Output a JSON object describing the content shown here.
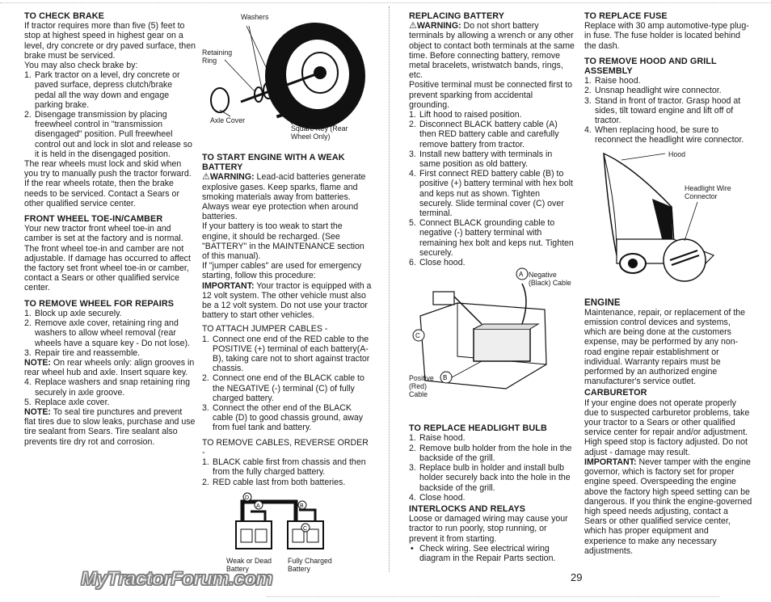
{
  "c1": {
    "brake_h": "TO CHECK BRAKE",
    "brake_p1": "If tractor requires more than five (5) feet to stop at highest speed in highest gear on a level, dry concrete or dry paved surface, then brake must be serviced.",
    "brake_p2": "You may also check brake by:",
    "brake_s1": "Park tractor on a level, dry concrete or paved surface, depress clutch/brake pedal all the way down and engage parking brake.",
    "brake_s2": "Disengage transmission by placing freewheel control in \"transmission disengaged\" position. Pull freewheel control out and lock in slot and release so it is held in the disengaged position.",
    "brake_p3": "The rear wheels must lock and skid when you try to manually push the tractor forward. If the rear wheels rotate, then the brake needs to be serviced. Contact a Sears or other qualified service center.",
    "toe_h": "FRONT WHEEL TOE-IN/CAMBER",
    "toe_p": "Your new tractor front wheel toe-in and camber is set at the factory and is normal. The front wheel toe-in and camber are not adjustable. If damage has occurred to affect the factory set front wheel toe-in or camber, contact a Sears or other qualified service center.",
    "repair_h": "TO REMOVE WHEEL FOR REPAIRS",
    "r1": "Block up axle securely.",
    "r2": "Remove axle cover, retaining ring and washers to allow wheel removal (rear wheels have a square key - Do not lose).",
    "r3": "Repair tire and reassemble.",
    "note1_k": "NOTE:",
    "note1": " On rear wheels only: align grooves in rear wheel hub and axle. Insert square key.",
    "r4": "Replace washers and snap retaining ring securely in axle groove.",
    "r5": "Replace axle cover.",
    "note2_k": "NOTE:",
    "note2": " To seal tire punctures and prevent flat tires due to slow leaks, purchase and use tire sealant from Sears. Tire sealant also prevents tire dry rot and corrosion."
  },
  "c2": {
    "fig_washers": "Washers",
    "fig_ring": "Retaining Ring",
    "fig_axle": "Axle Cover",
    "fig_key": "Square Key (Rear Wheel Only)",
    "weak_h": "TO START ENGINE WITH A WEAK BATTERY",
    "warn_k": "WARNING:",
    "warn": " Lead-acid batteries generate explosive gases. Keep sparks, flame and smoking materials away from batteries. Always wear eye protection when around batteries.",
    "p1": "If your battery is too weak to start the engine, it should be recharged. (See \"BATTERY\" in the MAINTENANCE section of this manual).",
    "p2": "If \"jumper cables\" are used for emergency starting, follow this procedure:",
    "imp_k": "IMPORTANT:",
    "imp": " Your tractor is equipped with a 12 volt system. The other vehicle must also be a 12 volt system. Do not use your tractor battery to start other vehicles.",
    "attach_h": "TO ATTACH JUMPER CABLES -",
    "a1": "Connect one end of the RED cable to the POSITIVE (+) terminal of each battery(A-B), taking care not to short against tractor chassis.",
    "a2": "Connect one end of the BLACK cable to the NEGATIVE (-) terminal (C) of fully charged battery.",
    "a3": "Connect the other end of the BLACK cable (D) to good chassis ground, away from fuel tank and battery.",
    "remove_h": "TO REMOVE CABLES, REVERSE ORDER -",
    "rm1": "BLACK cable first from chassis and then from the fully charged battery.",
    "rm2": "RED cable last from both batteries.",
    "fig_weak": "Weak or Dead Battery",
    "fig_full": "Fully Charged Battery"
  },
  "c3": {
    "rb_h": "REPLACING BATTERY",
    "warn_k": "WARNING:",
    "warn": " Do not short battery terminals by allowing a wrench or any other object to contact both terminals at the same time. Before connecting battery, remove metal bracelets, wristwatch bands, rings, etc.",
    "p1": "Positive terminal must be connected first to prevent sparking from accidental grounding.",
    "s1": "Lift hood to raised position.",
    "s2": "Disconnect BLACK battery cable (A) then RED battery cable and carefully remove battery from tractor.",
    "s3": "Install new battery with terminals in same position as old battery.",
    "s4": "First connect RED battery cable (B) to positive (+) battery terminal with hex bolt and keps nut as shown. Tighten securely. Slide terminal cover (C) over terminal.",
    "s5": "Connect BLACK grounding cable to negative (-) battery terminal with remaining hex bolt and keps nut. Tighten securely.",
    "s6": "Close hood.",
    "fig_neg": "Negative (Black) Cable",
    "fig_pos": "Positive (Red) Cable",
    "bulb_h": "TO REPLACE HEADLIGHT BULB",
    "b1": "Raise hood.",
    "b2": "Remove bulb holder from the hole in the backside of the grill.",
    "b3": "Replace bulb in holder and install bulb holder securely back into the hole in the backside of the grill.",
    "b4": "Close hood.",
    "relay_h": "INTERLOCKS AND RELAYS",
    "relay_p": "Loose or damaged wiring may cause your tractor to run poorly, stop running, or prevent it from starting.",
    "relay_b": "Check wiring. See electrical wiring diagram in the Repair Parts section."
  },
  "c4": {
    "fuse_h": "TO REPLACE FUSE",
    "fuse_p": "Replace with 30 amp automotive-type plug-in fuse. The fuse holder is located behind the dash.",
    "hood_h": "TO REMOVE HOOD AND GRILL ASSEMBLY",
    "h1": "Raise hood.",
    "h2": "Unsnap headlight wire connector.",
    "h3": "Stand in front of tractor. Grasp hood at sides, tilt toward engine and lift off of tractor.",
    "h4": "When replacing hood, be sure to reconnect the headlight wire connector.",
    "fig_hood": "Hood",
    "fig_wire": "Headlight Wire Connector",
    "eng_h": "ENGINE",
    "eng_p": "Maintenance, repair, or replacement of the emission control devices and systems, which are being done at the customers expense, may be performed by any non-road engine repair establishment or individual. Warranty repairs must be performed by an authorized engine manufacturer's service outlet.",
    "carb_h": "CARBURETOR",
    "carb_p1": "If your engine does not operate properly due to suspected carburetor problems, take your tractor to a Sears or other qualified service center for repair and/or adjustment.",
    "carb_p2": "High speed stop is factory adjusted. Do not adjust - damage may result.",
    "imp_k": "IMPORTANT:",
    "imp": " Never tamper with the engine governor, which is factory set for proper engine speed. Overspeeding the engine above the factory high speed setting can be dangerous. If you think the engine-governed high speed needs adjusting, contact a Sears or other qualified service center, which has proper equipment and experience to make any necessary adjustments."
  },
  "footer": {
    "logo": "MyTractorForum.com",
    "page": "29"
  }
}
